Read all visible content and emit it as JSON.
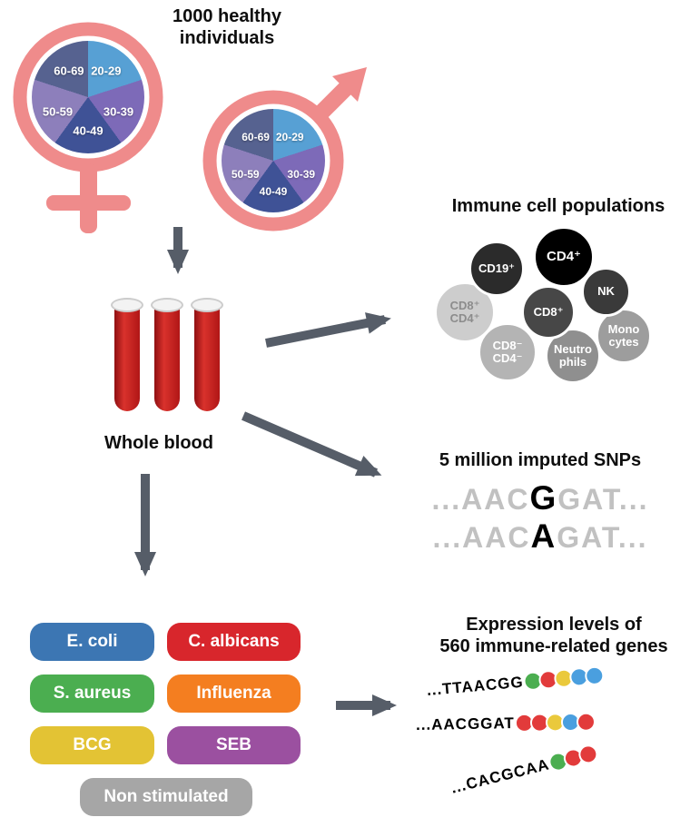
{
  "demographics": {
    "title": "1000 healthy\nindividuals",
    "age_groups": [
      "20-29",
      "30-39",
      "40-49",
      "50-59",
      "60-69"
    ],
    "pie_colors": [
      "#57a0d4",
      "#7d6ab8",
      "#3f5296",
      "#8d7fbb",
      "#566290"
    ],
    "symbol_color": "#ef8b8b"
  },
  "whole_blood": {
    "label": "Whole blood"
  },
  "immune_cells": {
    "title": "Immune cell populations",
    "cells": [
      {
        "label": "CD19⁺",
        "color": "#2b2b2b",
        "text_color": "#ffffff"
      },
      {
        "label": "CD4⁺",
        "color": "#000000",
        "text_color": "#ffffff"
      },
      {
        "label": "NK",
        "color": "#3a3a3a",
        "text_color": "#ffffff"
      },
      {
        "label": "CD8⁺",
        "color": "#474747",
        "text_color": "#ffffff"
      },
      {
        "label": "CD8⁺\nCD4⁺",
        "color": "#cdcdcd",
        "text_color": "#8c8c8c"
      },
      {
        "label": "CD8⁻\nCD4⁻",
        "color": "#b4b4b4",
        "text_color": "#ffffff"
      },
      {
        "label": "Neutro\nphils",
        "color": "#8f8f8f",
        "text_color": "#ffffff"
      },
      {
        "label": "Mono\ncytes",
        "color": "#9d9d9d",
        "text_color": "#ffffff"
      }
    ]
  },
  "snps": {
    "title": "5 million imputed SNPs",
    "sequences": [
      {
        "prefix": "...AAC",
        "variant": "G",
        "suffix": "GAT..."
      },
      {
        "prefix": "...AAC",
        "variant": "A",
        "suffix": "GAT..."
      }
    ]
  },
  "stimuli": [
    {
      "label": "E. coli",
      "color": "#3c76b3"
    },
    {
      "label": "C. albicans",
      "color": "#d8262c"
    },
    {
      "label": "S. aureus",
      "color": "#4bae50"
    },
    {
      "label": "Influenza",
      "color": "#f47e20"
    },
    {
      "label": "BCG",
      "color": "#e3c334"
    },
    {
      "label": "SEB",
      "color": "#9b50a0"
    },
    {
      "label": "Non stimulated",
      "color": "#a6a6a6"
    }
  ],
  "expression": {
    "title": "Expression levels of\n560 immune-related genes",
    "rows": [
      {
        "sequence": "...TTAACGG",
        "beads": [
          "#4bae50",
          "#e23b3b",
          "#eac93c",
          "#4a9fdf",
          "#4a9fdf"
        ]
      },
      {
        "sequence": "...AACGGAT",
        "beads": [
          "#e23b3b",
          "#e23b3b",
          "#eac93c",
          "#4a9fdf",
          "#e23b3b"
        ]
      },
      {
        "sequence": "...CACGCAA",
        "beads": [
          "#4bae50",
          "#e23b3b",
          "#e23b3b"
        ]
      }
    ]
  },
  "colors": {
    "arrow": "#565d68"
  }
}
